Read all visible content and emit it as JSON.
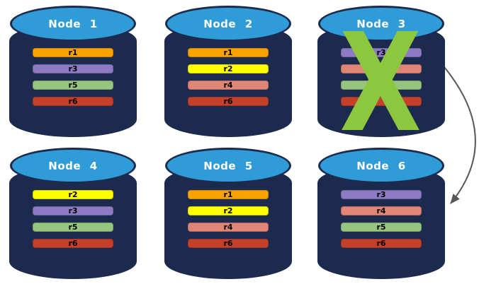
{
  "diagram": {
    "description": "Database cluster of six nodes with replicas; Node 3 failed (green X) and an arrow points from Node 3 to Node 6",
    "colors": {
      "background": "#FFFFFF",
      "cylinder_body": "#1C2B4D",
      "cylinder_top": "#2F9CD8",
      "title_text": "#FFFFFF",
      "bar_text": "#000000",
      "failure_x": "#8DC63F",
      "arrow": "#58595B",
      "replica_orange": "#F9A200",
      "replica_yellow": "#FFFF00",
      "replica_purple": "#8C7BC2",
      "replica_salmon": "#DF8677",
      "replica_green": "#95C57F",
      "replica_red": "#C5402A"
    },
    "failure_mark": {
      "glyph": "X",
      "color": "#8DC63F",
      "on_node": "Node 3"
    },
    "arrow": {
      "from": "Node 3",
      "to": "Node 6",
      "color": "#58595B"
    },
    "nodes": [
      {
        "title": "Node 1",
        "failed": false,
        "replicas": [
          {
            "label": "r1",
            "color": "#F9A200"
          },
          {
            "label": "r3",
            "color": "#8C7BC2"
          },
          {
            "label": "r5",
            "color": "#95C57F"
          },
          {
            "label": "r6",
            "color": "#C5402A"
          }
        ]
      },
      {
        "title": "Node 2",
        "failed": false,
        "replicas": [
          {
            "label": "r1",
            "color": "#F9A200"
          },
          {
            "label": "r2",
            "color": "#FFFF00"
          },
          {
            "label": "r4",
            "color": "#DF8677"
          },
          {
            "label": "r6",
            "color": "#C5402A"
          }
        ]
      },
      {
        "title": "Node 3",
        "failed": true,
        "replicas": [
          {
            "label": "r3",
            "color": "#8C7BC2"
          },
          {
            "label": "",
            "color": "#DF8677"
          },
          {
            "label": "",
            "color": "#95C57F"
          },
          {
            "label": "",
            "color": "#C5402A"
          }
        ]
      },
      {
        "title": "Node 4",
        "failed": false,
        "replicas": [
          {
            "label": "r2",
            "color": "#FFFF00"
          },
          {
            "label": "r3",
            "color": "#8C7BC2"
          },
          {
            "label": "r5",
            "color": "#95C57F"
          },
          {
            "label": "r6",
            "color": "#C5402A"
          }
        ]
      },
      {
        "title": "Node 5",
        "failed": false,
        "replicas": [
          {
            "label": "r1",
            "color": "#F9A200"
          },
          {
            "label": "r2",
            "color": "#FFFF00"
          },
          {
            "label": "r4",
            "color": "#DF8677"
          },
          {
            "label": "r6",
            "color": "#C5402A"
          }
        ]
      },
      {
        "title": "Node 6",
        "failed": false,
        "replicas": [
          {
            "label": "r3",
            "color": "#8C7BC2"
          },
          {
            "label": "r4",
            "color": "#DF8677"
          },
          {
            "label": "r5",
            "color": "#95C57F"
          },
          {
            "label": "r6",
            "color": "#C5402A"
          }
        ]
      }
    ]
  }
}
